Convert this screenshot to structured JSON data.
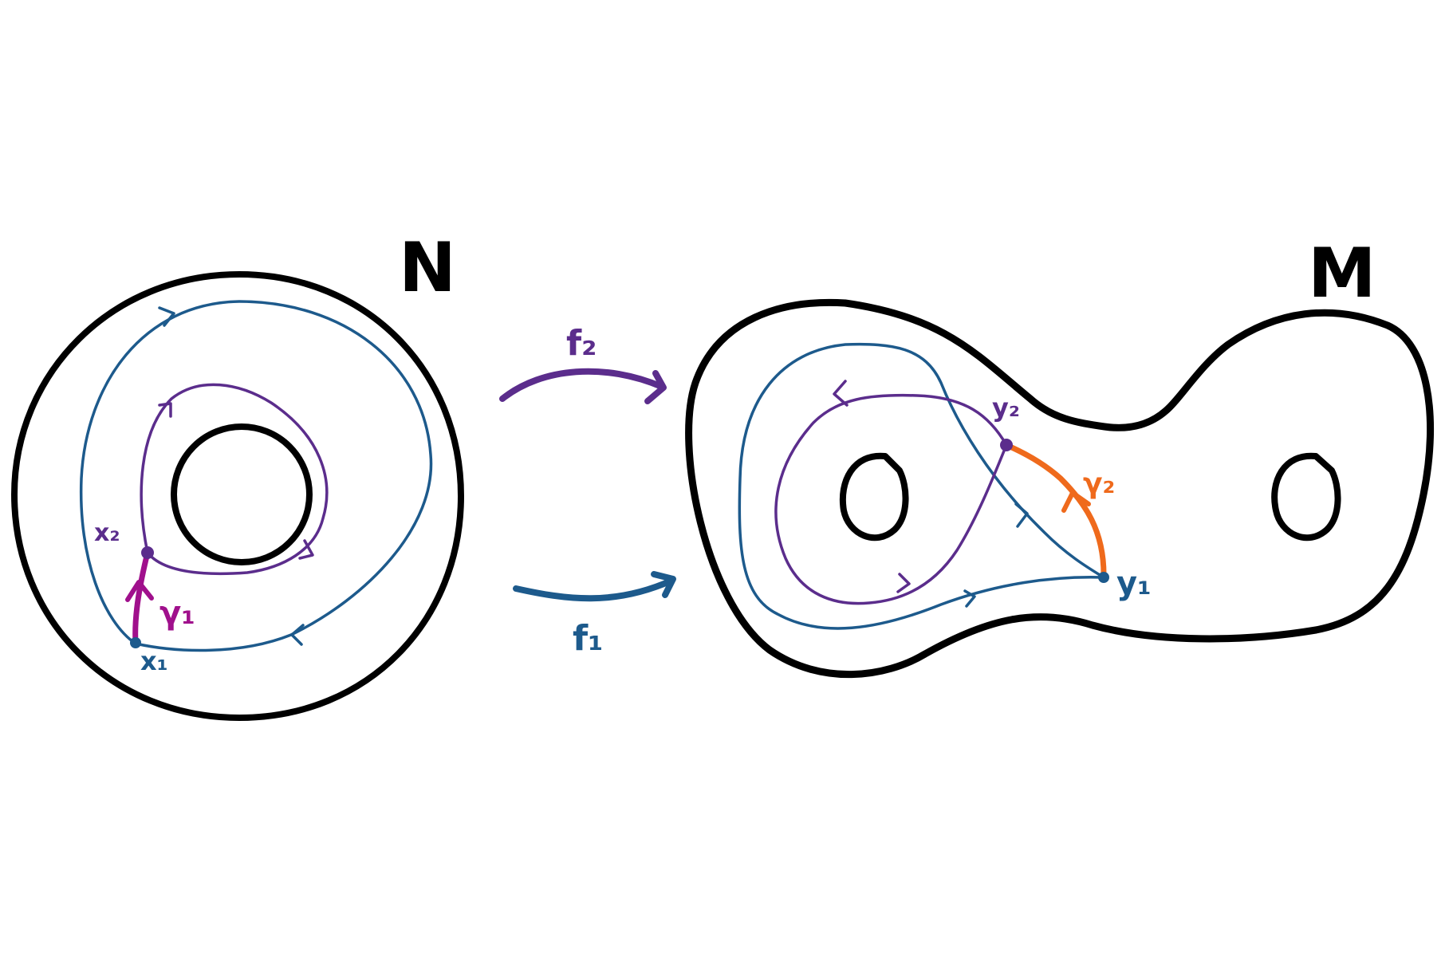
{
  "spaces": {
    "domain_label": "N",
    "codomain_label": "M"
  },
  "maps": {
    "top_label": "f₂",
    "bottom_label": "f₁"
  },
  "points": {
    "x1": "x₁",
    "x2": "x₂",
    "y1": "y₁",
    "y2": "y₂"
  },
  "paths": {
    "gamma1": "γ₁",
    "gamma2": "γ₂"
  },
  "colors": {
    "outline": "#000000",
    "loop_f1": "#1d5a8c",
    "loop_f2": "#5b2d8c",
    "gamma1": "#a0108c",
    "gamma2": "#ef6a1c"
  }
}
